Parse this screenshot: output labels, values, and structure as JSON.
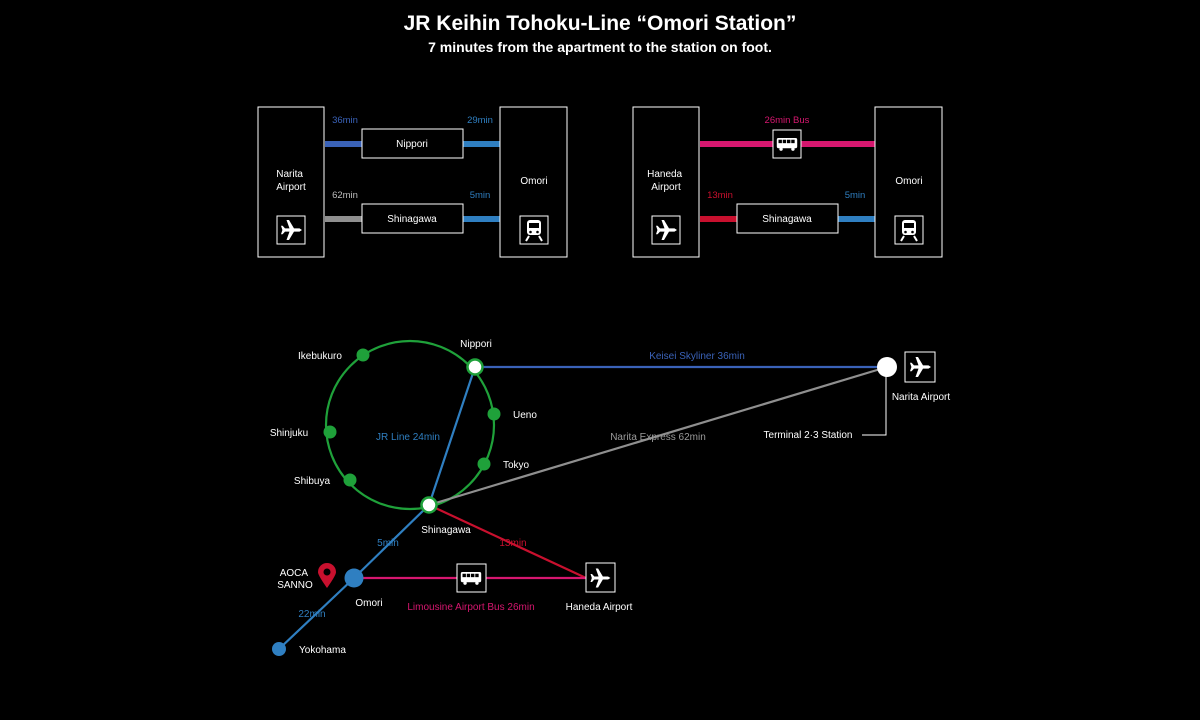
{
  "header": {
    "title": "JR Keihin Tohoku-Line “Omori Station”",
    "subtitle": "7 minutes from the apartment to the station on foot."
  },
  "colors": {
    "jr_blue": "#2f7fc1",
    "keisei_blue": "#3a62b8",
    "jr_green": "#1fa13a",
    "narita_express_gray": "#8f8f8f",
    "keikyu_red": "#c8102e",
    "limousine_magenta": "#d6176f"
  },
  "narita_route": {
    "origin": "Narita\nAirport",
    "origin_icon": "airplane-icon",
    "destination": "Omori",
    "destination_icon": "train-icon",
    "upper": {
      "via": "Nippori",
      "time_in": "36min",
      "time_out": "29min"
    },
    "lower": {
      "via": "Shinagawa",
      "time_in": "62min",
      "time_out": "5min"
    }
  },
  "haneda_route": {
    "origin": "Haneda\nAirport",
    "origin_icon": "airplane-icon",
    "destination": "Omori",
    "destination_icon": "train-icon",
    "upper": {
      "via_icon": "bus-icon",
      "time": "26min Bus"
    },
    "lower": {
      "via": "Shinagawa",
      "time_in": "13min",
      "time_out": "5min"
    }
  },
  "map": {
    "stations": {
      "ikebukuro": "Ikebukuro",
      "nippori": "Nippori",
      "ueno": "Ueno",
      "shinjuku": "Shinjuku",
      "tokyo": "Tokyo",
      "shibuya": "Shibuya",
      "shinagawa": "Shinagawa",
      "omori": "Omori",
      "yokohama": "Yokohama",
      "haneda": "Haneda Airport",
      "narita": "Narita Airport",
      "terminal": "Terminal 2·3 Station"
    },
    "lines": {
      "keisei": "Keisei Skyliner 36min",
      "jr": "JR Line 24min",
      "narita_express": "Narita Express 62min",
      "shinagawa_omori": "5min",
      "shinagawa_haneda": "13min",
      "omori_yokohama": "22min",
      "limousine": "Limousine Airport Bus 26min"
    },
    "aoca": "AOCA\nSANNO",
    "aoca_icon": "location-pin-icon"
  }
}
